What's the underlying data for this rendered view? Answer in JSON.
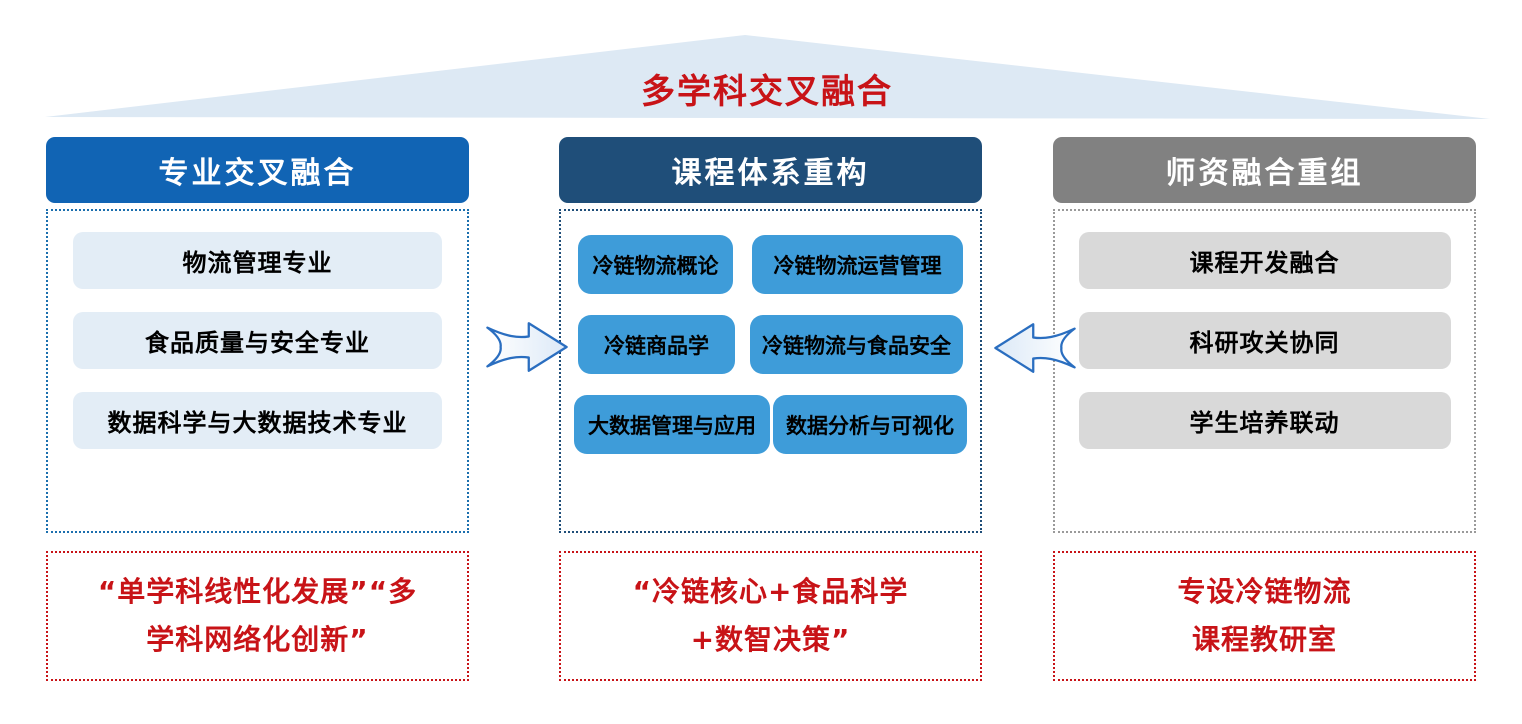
{
  "banner": {
    "title": "多学科交叉融合"
  },
  "columns": [
    {
      "header": "专业交叉融合",
      "items": [
        "物流管理专业",
        "食品质量与安全专业",
        "数据科学与大数据技术专业"
      ],
      "note_lines": [
        "“单学科线性化发展”“多",
        "学科网络化创新”"
      ]
    },
    {
      "header": "课程体系重构",
      "courses": [
        "冷链物流概论",
        "冷链物流运营管理",
        "冷链商品学",
        "冷链物流与食品安全",
        "大数据管理与应用",
        "数据分析与可视化"
      ],
      "note_lines": [
        "“冷链核心+食品科学",
        "+数智决策”"
      ]
    },
    {
      "header": "师资融合重组",
      "items": [
        "课程开发融合",
        "科研攻关协同",
        "学生培养联动"
      ],
      "note_lines": [
        "专设冷链物流",
        "课程教研室"
      ]
    }
  ],
  "icons": {
    "left_arrow": "arrow-pointing-right",
    "right_arrow": "arrow-pointing-left"
  },
  "palette": {
    "banner_fill": "#dde9f4",
    "title_red": "#c81317",
    "note_red": "#c81317",
    "col1_header_bg": "#1164b4",
    "col2_header_bg": "#1f4e79",
    "col3_header_bg": "#818181",
    "col1_item_bg": "#e3edf6",
    "col2_item_bg": "#3e9cd9",
    "col3_item_bg": "#d9d9d9",
    "col1_border": "#1b6fae",
    "col2_border": "#1f4e79",
    "col3_border": "#9a9a9a",
    "arrow_stroke": "#2a6ec0",
    "arrow_fill": "#dce9f7"
  }
}
